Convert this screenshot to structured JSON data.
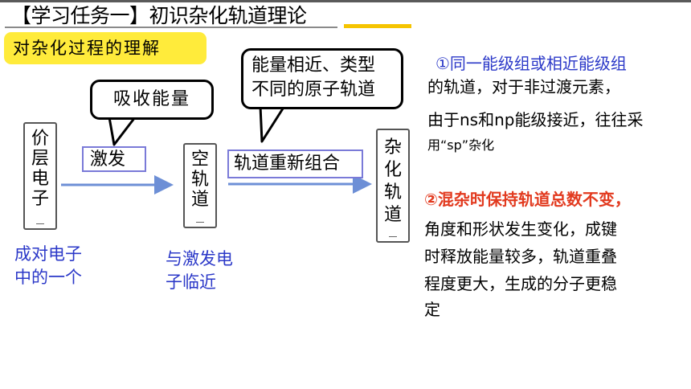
{
  "header": {
    "title": "【学习任务一】初识杂化轨道理论",
    "subtitle": "对杂化过程的理解"
  },
  "diagram": {
    "box_valence": [
      "价",
      "层",
      "电",
      "子"
    ],
    "box_excite": "激发",
    "bubble_absorb": "吸收能量",
    "box_empty": [
      "空",
      "轨",
      "道"
    ],
    "box_recombine": "轨道重新组合",
    "bubble_similar": [
      "能量相近、类型",
      "不同的原子轨道"
    ],
    "box_hybrid": [
      "杂",
      "化",
      "轨",
      "道"
    ],
    "note_pair": [
      "成对电子",
      "中的一个"
    ],
    "note_near": [
      "与激发电",
      "子临近"
    ]
  },
  "points": {
    "p1_line1": "①同一能级组或相近能级组",
    "p1_line2": "的轨道，对于非过渡元素，",
    "p1_line3": "由于ns和np能级接近，往往采",
    "p1_line4": "用“sp”杂化",
    "p2_line1": "②混杂时保持轨道总数不变，",
    "p2_line2": "角度和形状发生变化，成键",
    "p2_line3": "时释放能量较多，轨道重叠",
    "p2_line4": "程度更大，生成的分子更稳",
    "p2_line5": "定"
  },
  "colors": {
    "accent_yellow": "#f5c400",
    "highlight": "#ffeb3b",
    "blue": "#2b38c8",
    "red": "#e23a1f",
    "arrow": "#6d8fd6"
  }
}
